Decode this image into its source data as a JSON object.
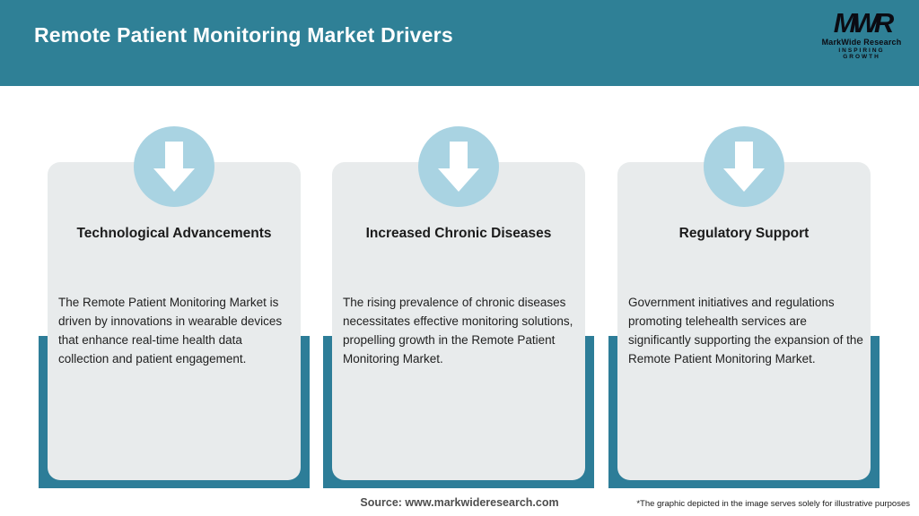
{
  "header": {
    "title": "Remote Patient Monitoring Market Drivers",
    "logo": {
      "monogram": "MWR",
      "name": "MarkWide Research",
      "tagline": "INSPIRING GROWTH"
    }
  },
  "cards": [
    {
      "icon": "down-arrow-icon",
      "title": "Technological Advancements",
      "description": "The Remote Patient Monitoring Market is driven by innovations in wearable devices that enhance real-time health data collection and patient engagement."
    },
    {
      "icon": "down-arrow-icon",
      "title": "Increased Chronic Diseases",
      "description": "The rising prevalence of chronic diseases necessitates effective monitoring solutions, propelling growth in the Remote Patient Monitoring Market."
    },
    {
      "icon": "down-arrow-icon",
      "title": "Regulatory Support",
      "description": "Government initiatives and regulations promoting telehealth services are significantly supporting the expansion of the Remote Patient Monitoring Market."
    }
  ],
  "footer": {
    "source": "Source: www.markwideresearch.com",
    "disclaimer": "*The graphic depicted in the image serves solely for illustrative purposes"
  },
  "colors": {
    "header_teal": "#2F8096",
    "backing_teal": "#2D7D98",
    "badge_blue": "#A9D3E2",
    "card_gray": "#E8EBEC",
    "title_text": "#1b1b1b",
    "body_text": "#212121",
    "header_text": "#ffffff",
    "logo_text": "#0b0b12"
  }
}
